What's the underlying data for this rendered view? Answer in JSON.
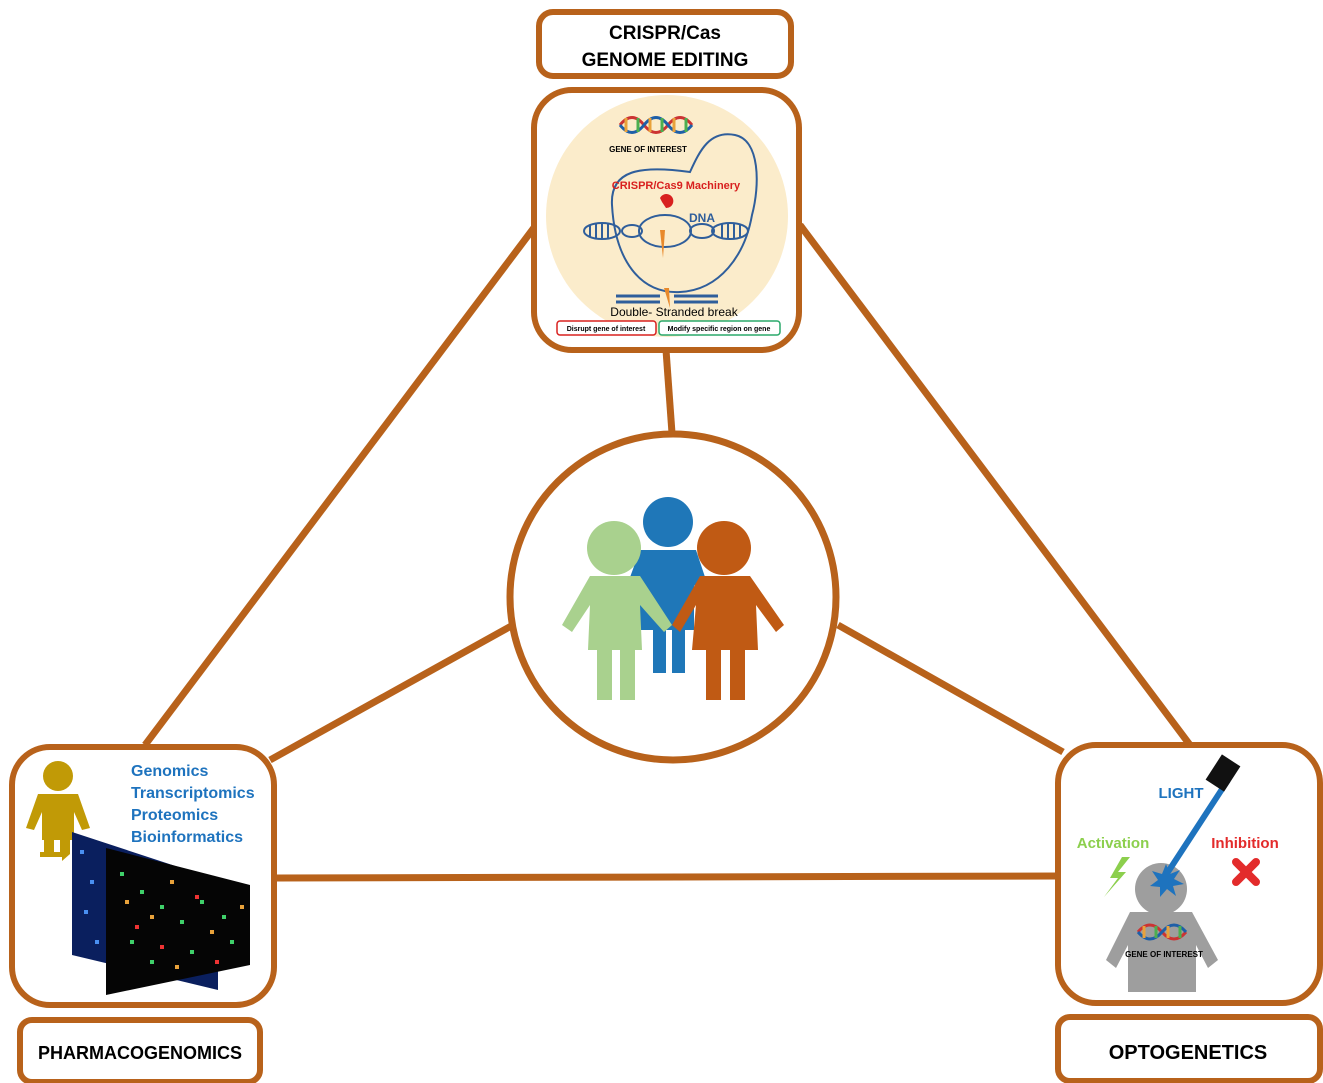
{
  "colors": {
    "frame": "#b8621b",
    "frame_fill": "#ffffff",
    "omics_text": "#1e73be",
    "light_text": "#1e73be",
    "activation": "#8ccf4d",
    "inhibition": "#e32b2b",
    "crispr_red": "#d8201f",
    "dna_blue": "#2f5e9b",
    "cell_fill": "#fbeccb",
    "person_green": "#a9d18e",
    "person_blue": "#1f77b8",
    "person_orange": "#c05a14",
    "person_gold": "#c19a06",
    "person_grey": "#9e9e9e"
  },
  "top": {
    "title_line1": "CRISPR/Cas",
    "title_line2": "GENOME EDITING",
    "gene_label": "GENE OF INTEREST",
    "machinery_label": "CRISPR/Cas9 Machinery",
    "dna_label": "DNA",
    "break_label": "Double- Stranded break",
    "disrupt_label": "Disrupt gene of interest",
    "modify_label": "Modify specific region on gene"
  },
  "left": {
    "title": "PHARMACOGENOMICS",
    "omics": [
      "Genomics",
      "Transcriptomics",
      "Proteomics",
      "Bioinformatics"
    ]
  },
  "right": {
    "title": "OPTOGENETICS",
    "light_label": "LIGHT",
    "activation_label": "Activation",
    "inhibition_label": "Inhibition",
    "gene_label": "GENE OF INTEREST"
  },
  "center": {
    "icon": "family-people-icon"
  }
}
